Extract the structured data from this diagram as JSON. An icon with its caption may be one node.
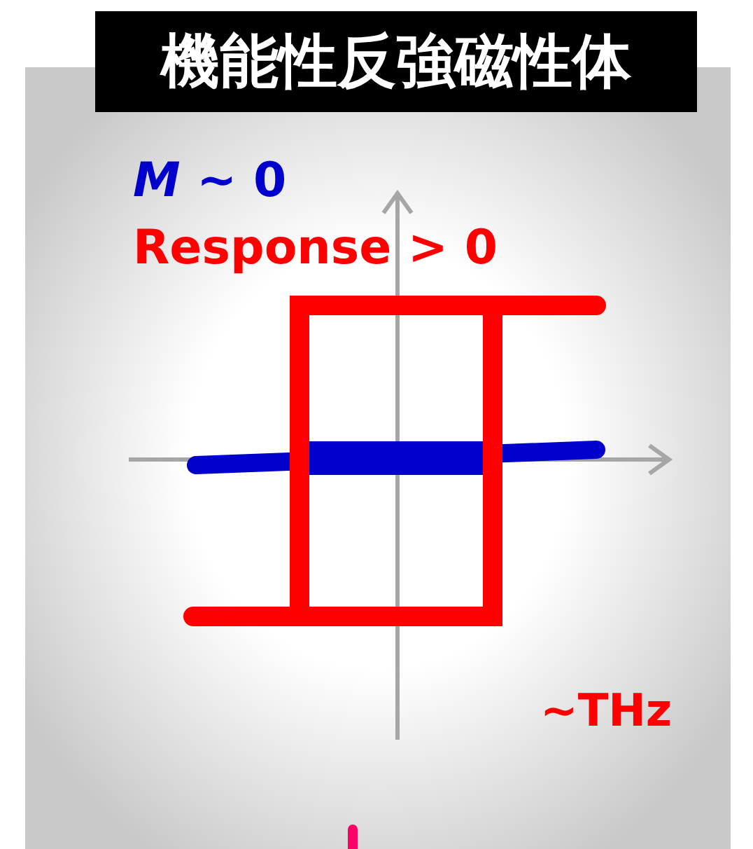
{
  "diagram": {
    "title": "機能性反強磁性体",
    "labels": [
      "*M* ~ 0",
      "Response > 0",
      "~THz"
    ]
  }
}
